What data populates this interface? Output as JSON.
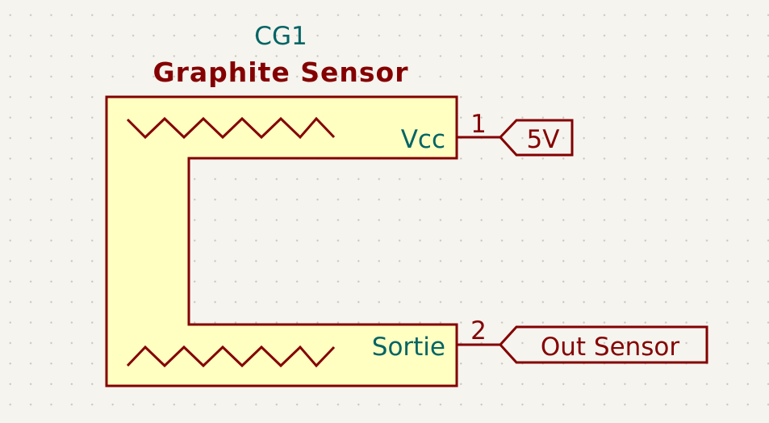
{
  "schematic": {
    "component": {
      "reference": "CG1",
      "value": "Graphite Sensor",
      "body_color": "#ffffc2"
    },
    "pins": [
      {
        "number": "1",
        "name": "Vcc",
        "net_label": "5V"
      },
      {
        "number": "2",
        "name": "Sortie",
        "net_label": "Out Sensor"
      }
    ],
    "colors": {
      "outline": "#840000",
      "pin_name": "#006464",
      "value_text": "#840000",
      "background": "#f5f4ef"
    }
  }
}
